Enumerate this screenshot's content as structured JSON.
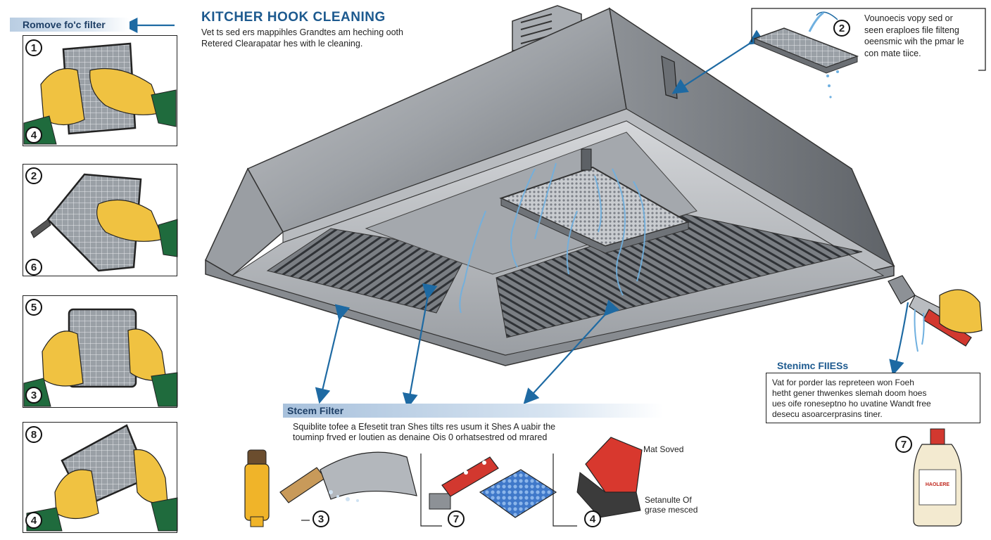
{
  "header": {
    "banner_label": "Romove fo'c filter",
    "title": "KITCHER HOOK CLEANING",
    "intro_line1": "Vet ts sed ers mappihles Grandtes am heching ooth",
    "intro_line2": "Retered Clearapatar hes with le cleaning."
  },
  "steps_left": [
    {
      "top_num": "1",
      "bottom_num": "4"
    },
    {
      "top_num": "2",
      "bottom_num": "6"
    },
    {
      "top_num": "5",
      "bottom_num": "3"
    },
    {
      "top_num": "8",
      "bottom_num": "4"
    }
  ],
  "top_right": {
    "num": "2",
    "lines": [
      "Vounoecis vopy sed or",
      "seen eraploes file filteng",
      "oeensmic wih the pmar le",
      "con mate tiice."
    ]
  },
  "side_right": {
    "heading": "Stenimc FIIESs",
    "lines": [
      "Vat for porder las repreteen won Foeh",
      "hetht gener thwenkes slemah doom hoes",
      "ues oife roneseptno ho uvatine Wandt free",
      "desecu asoarcerprasins tiner."
    ],
    "bottle_num": "7",
    "bottle_label": "HAOLERE"
  },
  "bottom": {
    "banner": "Stcem Filter",
    "lines": [
      "Squiblite tofee a Efesetit tran Shes tilts res usum it Shes A uabir the",
      "touminp frved er loutien as denaine Ois 0 orhatsestred od mrared"
    ],
    "tool_nums": [
      "3",
      "7",
      "4"
    ],
    "label_mat": "Mat Soved",
    "label_grease_1": "Setanulte Of",
    "label_grease_2": "grase mesced"
  },
  "colors": {
    "accent": "#1d5a8f",
    "arrow": "#1e6aa3",
    "glove": "#f0c241",
    "sleeve": "#1f6b3d"
  }
}
